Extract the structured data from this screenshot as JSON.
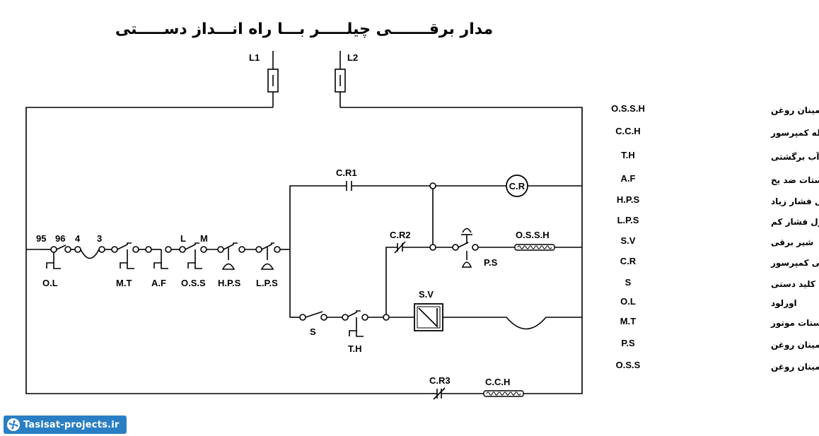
{
  "title": "مدار برقـــــــی چیلـــــر بـــا راه انـــداز دســـــتی",
  "lines": {
    "l1": "L1",
    "l2": "L2"
  },
  "terminals": {
    "t95": "95",
    "t96": "96",
    "t4": "4",
    "t3": "3",
    "tL": "L",
    "tM": "M"
  },
  "components": {
    "ol": "O.L",
    "mt": "M.T",
    "af": "A.F",
    "oss": "O.S.S",
    "hps": "H.P.S",
    "lps": "L.P.S",
    "s": "S",
    "th": "T.H",
    "sv": "S.V",
    "cr1": "C.R1",
    "cr2": "C.R2",
    "cr3": "C.R3",
    "cr_coil": "C.R",
    "ossh": "O.S.S.H",
    "ps": "P.S",
    "cch": "C.C.H"
  },
  "legend": [
    {
      "abbr": "O.S.S.H",
      "desc": "هیتر کلید اطمینان روغن"
    },
    {
      "abbr": "C.C.H",
      "desc": "هیتر محفظه کمپرسور"
    },
    {
      "abbr": "T.H",
      "desc": "ترموستات آب برگشتی"
    },
    {
      "abbr": "A.F",
      "desc": "ترموستات ضد یخ"
    },
    {
      "abbr": "H.P.S",
      "desc": "کلید کنترل فشار زیاد"
    },
    {
      "abbr": "L.P.S",
      "desc": "کلید کنترل فشار کم"
    },
    {
      "abbr": "S.V",
      "desc": "شیر برقی"
    },
    {
      "abbr": "C.R",
      "desc": "بوبین کنتاکتور اصلی کمپرسور"
    },
    {
      "abbr": "S",
      "desc": "کلید دستی"
    },
    {
      "abbr": "O.L",
      "desc": "اورلود"
    },
    {
      "abbr": "M.T",
      "desc": "ترموستات موتور"
    },
    {
      "abbr": "P.S",
      "desc": "کلید فشاری اطمینان روغن"
    },
    {
      "abbr": "O.S.S",
      "desc": "کلید اطمینان روغن"
    }
  ],
  "logo": {
    "text": "Tasisat-projects.ir",
    "icon": "fan-icon",
    "color": "#2a7fc4"
  }
}
